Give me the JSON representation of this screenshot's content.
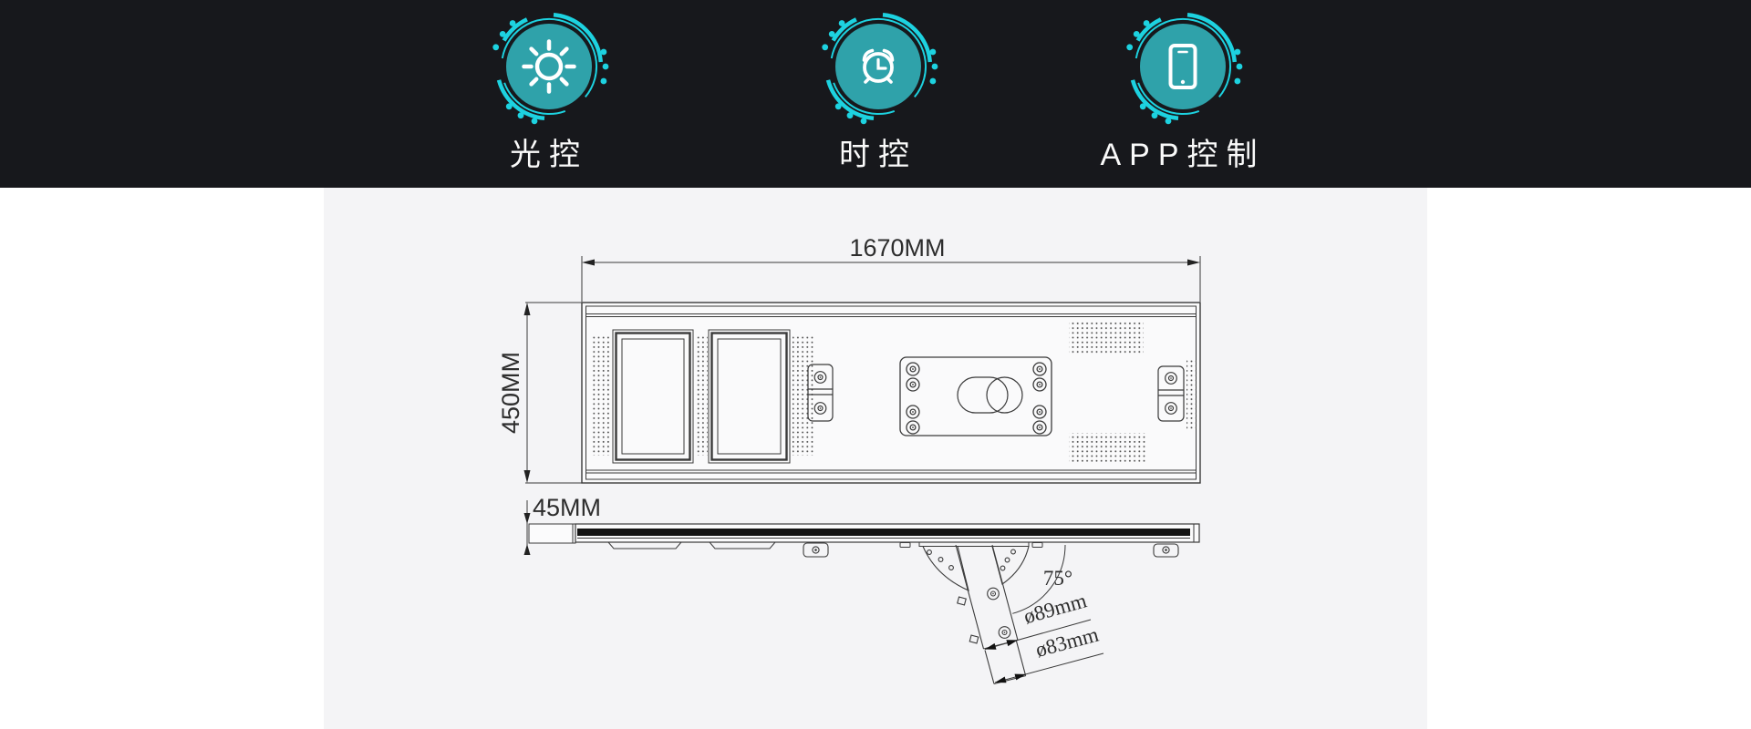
{
  "header": {
    "features": [
      {
        "label": "光控",
        "icon": "sun"
      },
      {
        "label": "时控",
        "icon": "alarm-clock"
      },
      {
        "label": "APP控制",
        "icon": "smartphone"
      }
    ]
  },
  "colors": {
    "band_bg": "#17181c",
    "accent_cyan": "#1dd2e0",
    "badge_teal": "#2fa2aa",
    "panel_gray": "#f4f4f6",
    "line": "#3a3a3a"
  },
  "diagram": {
    "width_label": "1670MM",
    "height_label": "450MM",
    "thickness_label": "45MM",
    "angle_label": "75°",
    "pole_outer_diameter_label": "ø89mm",
    "pole_inner_diameter_label": "ø83mm"
  }
}
